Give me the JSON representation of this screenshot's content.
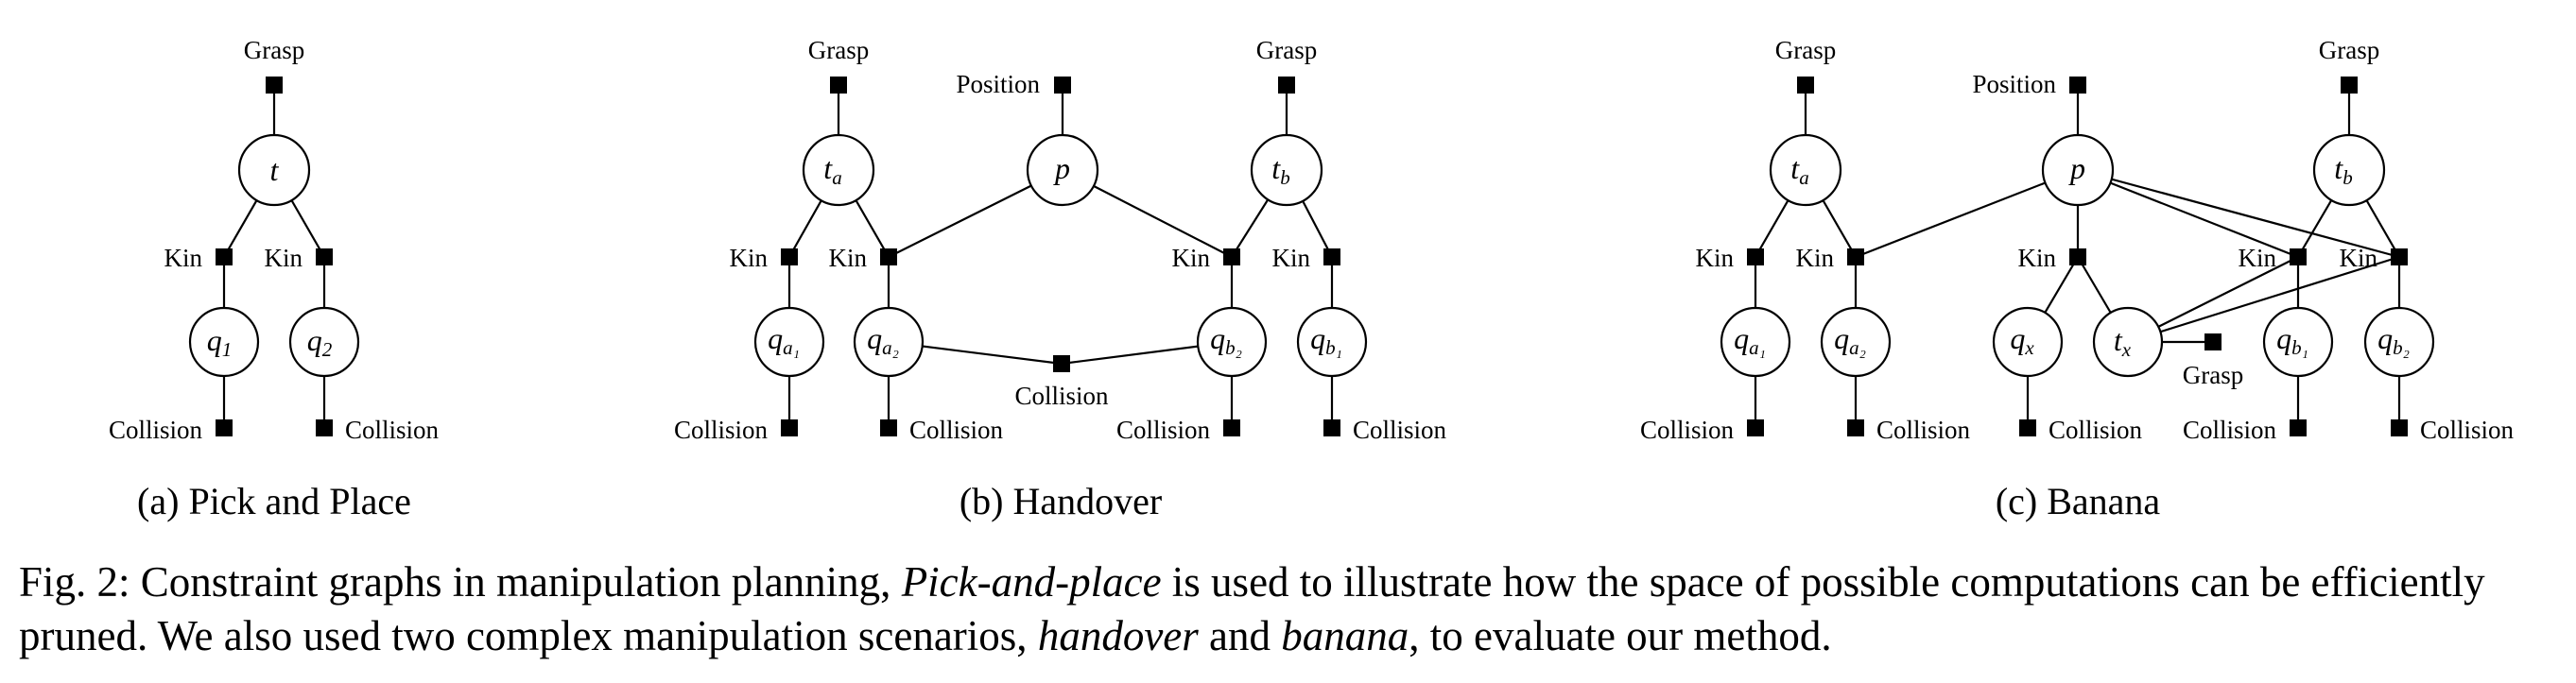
{
  "labels": {
    "grasp": "Grasp",
    "position": "Position",
    "kin": "Kin",
    "collision": "Collision"
  },
  "panels": {
    "a": {
      "caption": "(a) Pick and Place"
    },
    "b": {
      "caption": "(b) Handover"
    },
    "c": {
      "caption": "(c) Banana"
    }
  },
  "nodes": {
    "t": "t",
    "p": "p",
    "q1_base": "q",
    "q1_sub": "1",
    "q2_base": "q",
    "q2_sub": "2",
    "ta_base": "t",
    "ta_sub": "a",
    "tb_base": "t",
    "tb_sub": "b",
    "tx_base": "t",
    "tx_sub": "x",
    "qx_base": "q",
    "qx_sub": "x",
    "qa1_base": "q",
    "qa1_sub": "a₁",
    "qa2_base": "q",
    "qa2_sub": "a₂",
    "qb1_base": "q",
    "qb1_sub": "b₁",
    "qb2_base": "q",
    "qb2_sub": "b₂"
  },
  "caption": {
    "prefix": "Fig. 2: Constraint graphs in manipulation planning, ",
    "em1": "Pick-and-place",
    "mid1": " is used to illustrate how the space of possible computations can be efficiently pruned. We also used two complex manipulation scenarios, ",
    "em2": "handover",
    "mid2": " and ",
    "em3": "banana",
    "suffix": ", to evaluate our method."
  }
}
